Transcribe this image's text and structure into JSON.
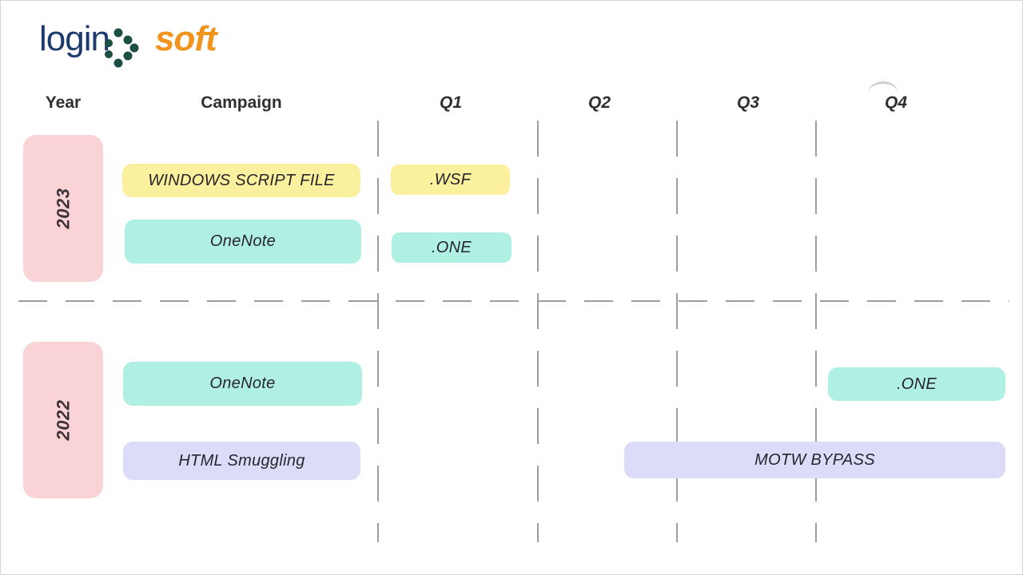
{
  "logo": {
    "text_login": "login",
    "text_soft": "soft"
  },
  "header": {
    "year_label": "Year",
    "campaign_label": "Campaign",
    "quarters": [
      {
        "label": "Q1"
      },
      {
        "label": "Q2"
      },
      {
        "label": "Q3"
      },
      {
        "label": "Q4"
      }
    ]
  },
  "years": [
    {
      "label": "2023",
      "campaigns": [
        {
          "name": "WINDOWS SCRIPT FILE",
          "marker": ".WSF",
          "marker_quarter": "Q1",
          "color": "yellow"
        },
        {
          "name": "OneNote",
          "marker": ".ONE",
          "marker_quarter": "Q1",
          "color": "teal"
        }
      ]
    },
    {
      "label": "2022",
      "campaigns": [
        {
          "name": "OneNote",
          "marker": ".ONE",
          "marker_quarter": "Q4",
          "color": "teal"
        },
        {
          "name": "HTML Smuggling",
          "marker": "MOTW BYPASS",
          "marker_quarter": "Q2-Q4",
          "color": "lavender"
        }
      ]
    }
  ],
  "colors": {
    "pink": "#f9d3d6",
    "yellow": "#faf09d",
    "teal": "#b0f0e2",
    "lavender": "#dcdcf8",
    "line": "#9d9d9d",
    "header_text": "#2f2f2f",
    "box_text": "#26242c",
    "year_text": "#3c3137",
    "logo_navy": "#1c3a6e",
    "logo_orange": "#f0941e",
    "logo_green": "#1d5045"
  }
}
